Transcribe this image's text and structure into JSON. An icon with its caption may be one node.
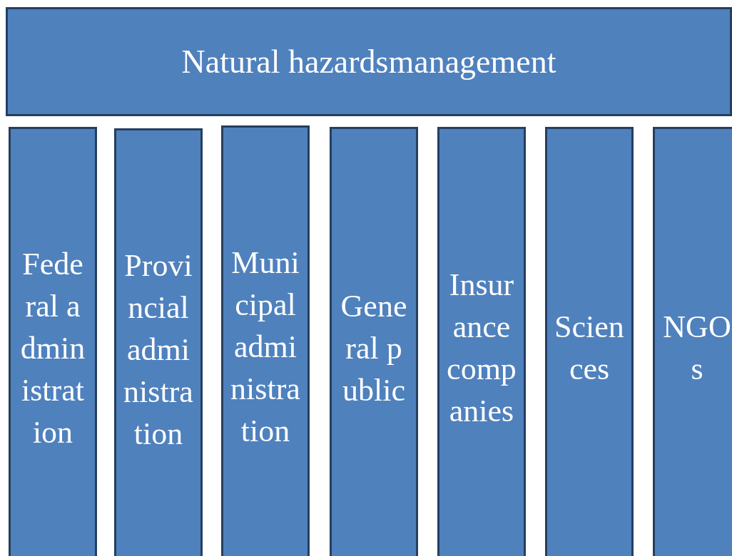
{
  "diagram": {
    "nodes": [
      {
        "text": [
          "Natural hazardsmanagement"
        ]
      },
      {
        "text": [
          "Federal administration"
        ]
      },
      {
        "text": [
          "Provincialadministration"
        ]
      },
      {
        "text": [
          "Municipaladministration"
        ]
      },
      {
        "text": [
          "General public"
        ]
      },
      {
        "text": [
          "Insurance companies"
        ]
      },
      {
        "text": [
          "Sciences"
        ]
      },
      {
        "text": [
          "NGOs"
        ]
      }
    ]
  }
}
